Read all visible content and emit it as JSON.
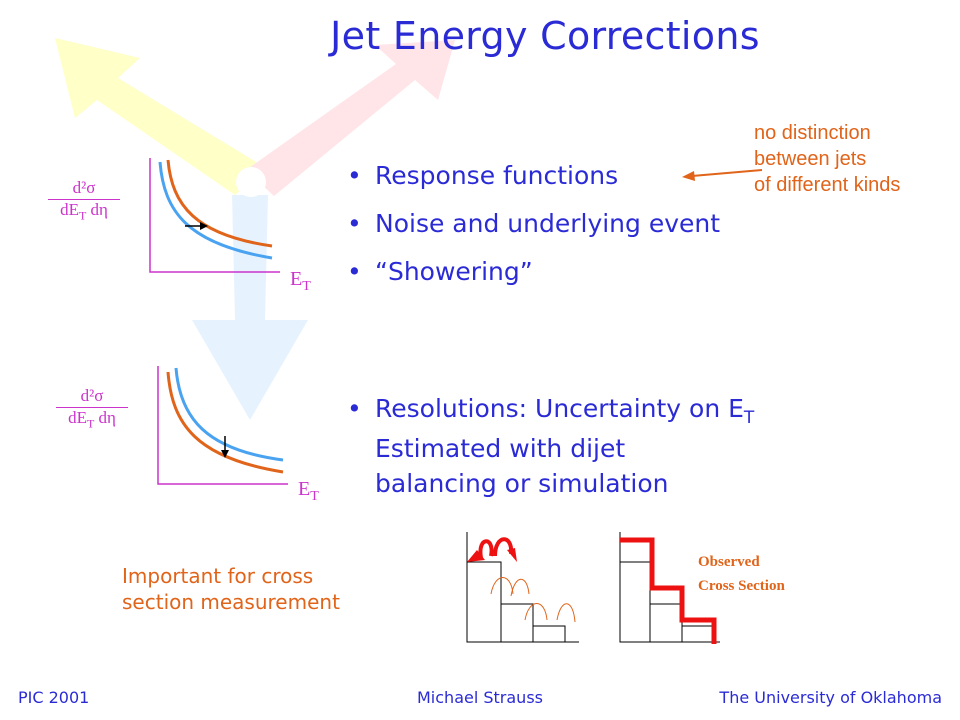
{
  "title": "Jet Energy Corrections",
  "bullets_top": [
    "Response functions",
    "Noise and underlying event",
    "“Showering”"
  ],
  "bullet_resolution": {
    "line1": "Resolutions: Uncertainty on E",
    "line1_sub": "T",
    "line2": "Estimated with dijet",
    "line3": "balancing or simulation"
  },
  "note": {
    "line1": "no distinction",
    "line2": "between jets",
    "line3": "of different kinds"
  },
  "important": {
    "line1": "Important for cross",
    "line2": "section measurement"
  },
  "plot_labels": {
    "numerator": "d²σ",
    "denominator": "dE",
    "denominator_sub": "T",
    "denominator_tail": " dη",
    "x_label": "E",
    "x_label_sub": "T"
  },
  "observed": {
    "line1": "Observed",
    "line2": "Cross Section"
  },
  "footer": {
    "left": "PIC 2001",
    "center": "Michael Strauss",
    "right": "The University of Oklahoma"
  },
  "colors": {
    "title": "#2b2bd6",
    "accent_orange": "#e0641a",
    "label_magenta": "#cc33cc",
    "curve_blue": "#4aa3f0",
    "red_step": "#ee1111"
  }
}
